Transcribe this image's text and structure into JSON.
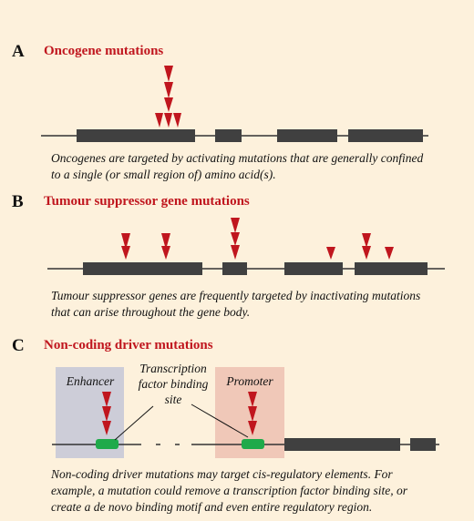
{
  "colors": {
    "background": "#fdf1dc",
    "title_red": "#c0161e",
    "exon": "#404040",
    "mutation_arrow": "#c0161e",
    "regulatory_green": "#1faa4a",
    "enhancer_box": "#cdcdd8",
    "promoter_box": "#f0c8b8"
  },
  "panels": {
    "a": {
      "letter": "A",
      "title": "Oncogene mutations",
      "caption": "Oncogenes are targeted by activating mutations that are generally confined\nto a single (or small region of) amino acid(s)."
    },
    "b": {
      "letter": "B",
      "title": "Tumour suppressor gene mutations",
      "caption": "Tumour suppressor genes are frequently targeted by inactivating mutations\nthat can arise throughout the gene body."
    },
    "c": {
      "letter": "C",
      "title": "Non-coding driver mutations",
      "enhancer_label": "Enhancer",
      "tfbs_label": "Transcription\nfactor binding\nsite",
      "promoter_label": "Promoter",
      "caption": "Non-coding driver mutations may target cis-regulatory elements. For\nexample, a mutation could remove a transcription factor binding site, or\ncreate a de novo binding motif and even entire regulatory region."
    }
  }
}
